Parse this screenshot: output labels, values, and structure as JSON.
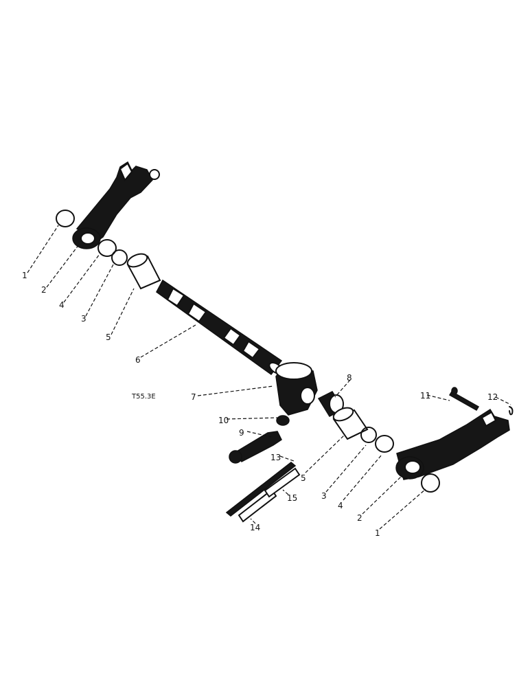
{
  "diagram": {
    "figure_code": "T55.3E",
    "labels": [
      "1",
      "2",
      "4",
      "3",
      "5",
      "6",
      "7",
      "8",
      "10",
      "9",
      "13",
      "14",
      "15",
      "5",
      "3",
      "4",
      "2",
      "1",
      "11",
      "12"
    ]
  }
}
